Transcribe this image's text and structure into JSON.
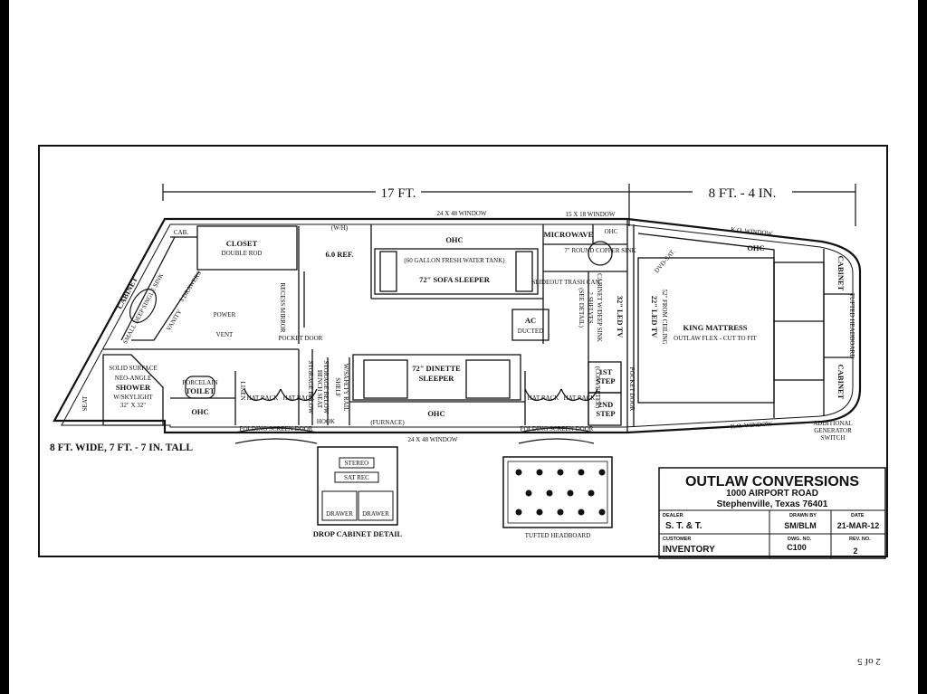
{
  "dimensions": {
    "overall_left": "17 FT.",
    "overall_right": "8 FT. - 4 IN.",
    "size_note": "8 FT. WIDE, 7 FT. - 7 IN. TALL"
  },
  "windows": {
    "top_main": "24 X 48 WINDOW",
    "top_small": "15 X 18 WINDOW",
    "bottom_main": "24 X 48 WINDOW",
    "ko_top": "K.O. WINDOW",
    "ko_bottom": "K.O. WINDOW"
  },
  "rooms": {
    "cab": "CAB.",
    "closet": "CLOSET",
    "closet_sub": "DOUBLE ROD",
    "cabinet_left": "CABINET",
    "sink_left": "SMALL DEEP SINGLE SINK",
    "vanity": "VANITY",
    "drawers": "3 DRAWERS",
    "recess_mirror": "RECESS MIRROR",
    "power": "POWER",
    "vent": "VENT",
    "wh": "(W/H)",
    "ref": "6.0 REF.",
    "ohc_top": "OHC",
    "tank": "(60 GALLON FRESH WATER TANK)",
    "sofa": "72\" SOFA SLEEPER",
    "microwave": "MICROWAVE",
    "ohc_small": "OHC",
    "round_sink": "7\" ROUND COPPER SINK",
    "slideout": "SLIDEOUT TRASH CAN",
    "cabinet_water": "CABINET W/DEEP SINK",
    "cabinet_water2": "2 SHELVES",
    "cabinet_water3": "(SEE DETAIL)",
    "ac": "AC",
    "ac_sub": "DUCTED",
    "led_tv_a": "32\" LED TV",
    "led_tv_b": "22\" LED TV",
    "led_tv_c": "52\" FROM CEILING",
    "pocket_door": "POCKET DOOR",
    "solid_surface": "SOLID SURFACE",
    "neo_angle": "NEO-ANGLE",
    "shower": "SHOWER",
    "skylight": "W/SKYLIGHT",
    "shower_size": "32\" X 32\"",
    "seat": "SEAT",
    "porcelain": "PORCELAIN",
    "toilet": "TOILET",
    "ohc_bath": "OHC",
    "linen": "LINEN",
    "hat_rack": "HAT RACK",
    "bench_seat": "BENCH SEAT",
    "storage_below": "STORAGE BELOW",
    "bench_seat2": "STORAGE BELOW",
    "shelf": "SHELF",
    "shelf_sub": "W/SAFETY RAIL",
    "hook": "HOOK",
    "dinette": "72\" DINETTE",
    "dinette_sub": "SLEEPER",
    "ohc_dinette": "OHC",
    "furnace": "(FURNACE)",
    "converter": "(CONVERTER)",
    "step1": "1ST",
    "step1b": "STEP",
    "step2": "2ND",
    "step2b": "STEP",
    "pocket_door2": "POCKET DOOR",
    "folding_door_a": "FOLDING SCREEN DOOR",
    "folding_door_b": "FOLDING SCREEN DOOR",
    "dvd": "DVD-SAT.",
    "ohc_gn": "OHC",
    "king": "KING MATTRESS",
    "king_sub": "OUTLAW FLEX - CUT TO FIT",
    "cabinet_top": "CABINET",
    "cabinet_bottom": "CABINET",
    "tufted": "TUFTED HEADBOARD",
    "generator": "ADDITIONAL",
    "generator2": "GENERATOR",
    "generator3": "SWITCH"
  },
  "details": {
    "stereo": "STEREO",
    "sat_rec": "SAT REC",
    "drawer": "DRAWER",
    "drop_title": "DROP CABINET DETAIL",
    "tufted_title": "TUFTED HEADBOARD"
  },
  "title_block": {
    "company": "OUTLAW CONVERSIONS",
    "address": "1000 AIRPORT ROAD",
    "city": "Stephenville, Texas  76401",
    "dealer_label": "DEALER",
    "dealer": "S. T. & T.",
    "drawn_label": "DRAWN BY",
    "drawn": "SM/BLM",
    "date_label": "DATE",
    "date": "21-MAR-12",
    "customer_label": "CUSTOMER",
    "customer": "INVENTORY",
    "dwg_label": "DWG. NO.",
    "dwg": "C100",
    "rev_label": "REV. NO.",
    "rev": "2"
  },
  "page_marker": "2 of 5"
}
